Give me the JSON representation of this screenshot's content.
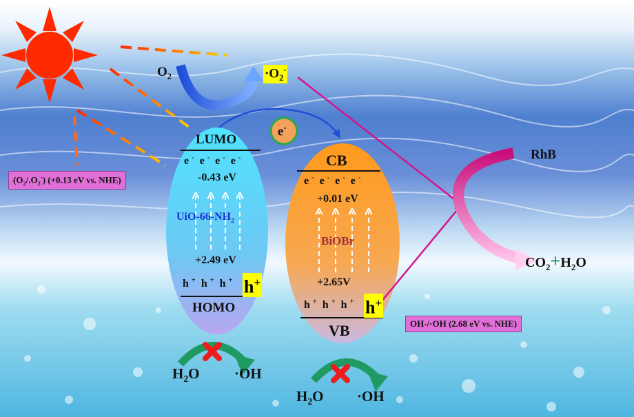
{
  "o2_label": "O",
  "o2_sub": "2",
  "superoxide_label": "·O",
  "superoxide_sub": "2",
  "superoxide_sup": "-",
  "electron_bubble": "e",
  "electron_bubble_sup": "-",
  "left_ellipse": {
    "top_band": "LUMO",
    "electrons": [
      "e",
      "e",
      "e",
      "e"
    ],
    "electron_sup": "-",
    "cb_potential": "-0.43 eV",
    "material": "UiO-66-NH",
    "material_sub": "2",
    "vb_potential": "+2.49 eV",
    "holes": [
      "h",
      "h",
      "h"
    ],
    "hole_sup": "+",
    "big_hole": "h",
    "big_hole_sup": "+",
    "bottom_band": "HOMO"
  },
  "right_ellipse": {
    "top_band": "CB",
    "electrons": [
      "e",
      "e",
      "e",
      "e"
    ],
    "electron_sup": "-",
    "cb_potential": "+0.01 eV",
    "material": "BiOBr",
    "vb_potential": "+2.65V",
    "holes": [
      "h",
      "h",
      "h"
    ],
    "hole_sup": "+",
    "big_hole": "h",
    "big_hole_sup": "+",
    "bottom_band": "VB"
  },
  "left_reaction": {
    "reactant": "H",
    "reactant_sub": "2",
    "reactant_tail": "O",
    "product": "·OH"
  },
  "right_reaction": {
    "reactant": "H",
    "reactant_sub": "2",
    "reactant_tail": "O",
    "product": "·OH"
  },
  "rhb_label": "RhB",
  "products": {
    "co": "CO",
    "co_sub": "2",
    "plus": "+",
    "h": "H",
    "h_sub": "2",
    "o": "O"
  },
  "left_note": {
    "pre": "(O",
    "pre_sub": "2",
    "mid": "/.O",
    "mid_sub": "2",
    "mid_sup": "-",
    "post": ") (+0.13 eV vs. NHE)"
  },
  "right_note": "OH-/·OH (2.68 eV vs. NHE)",
  "colors": {
    "sun": "#ff2a00",
    "left_ellipse_top": "#4fe3ff",
    "left_ellipse_bottom": "#b8a6f0",
    "right_ellipse_top": "#ff9a1c",
    "right_ellipse_bottom": "#c9b9e3",
    "material_left": "#1a33d6",
    "material_right": "#a0303a",
    "magenta_arrow": "#d4148c",
    "blue_arrow": "#1f4fd8",
    "green_arrow": "#1e9a62",
    "cross": "#ee1c1c",
    "highlight": "#ffff00",
    "note_box": "#e070d8"
  }
}
